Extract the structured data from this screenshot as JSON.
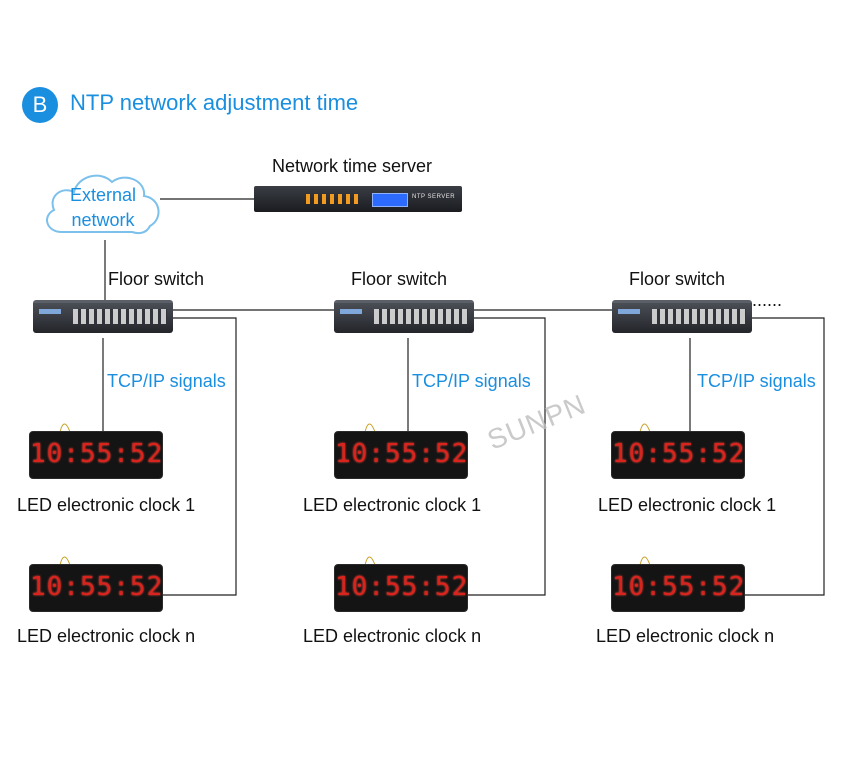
{
  "header": {
    "badge": "B",
    "title": "NTP network adjustment time"
  },
  "cloud": {
    "line1": "External",
    "line2": "network"
  },
  "server": {
    "label": "Network time server",
    "panel_text": "NTP SERVER"
  },
  "switch_label": "Floor switch",
  "signal_label": "TCP/IP signals",
  "clock_time": "10:55:52",
  "clock_label_first": "LED electronic clock 1",
  "clock_label_last": "LED electronic clock n",
  "continuation": "......",
  "watermark": "SUNPN",
  "colors": {
    "accent": "#1a8fe0",
    "led": "#d9241d",
    "device": "#2a2d33"
  }
}
